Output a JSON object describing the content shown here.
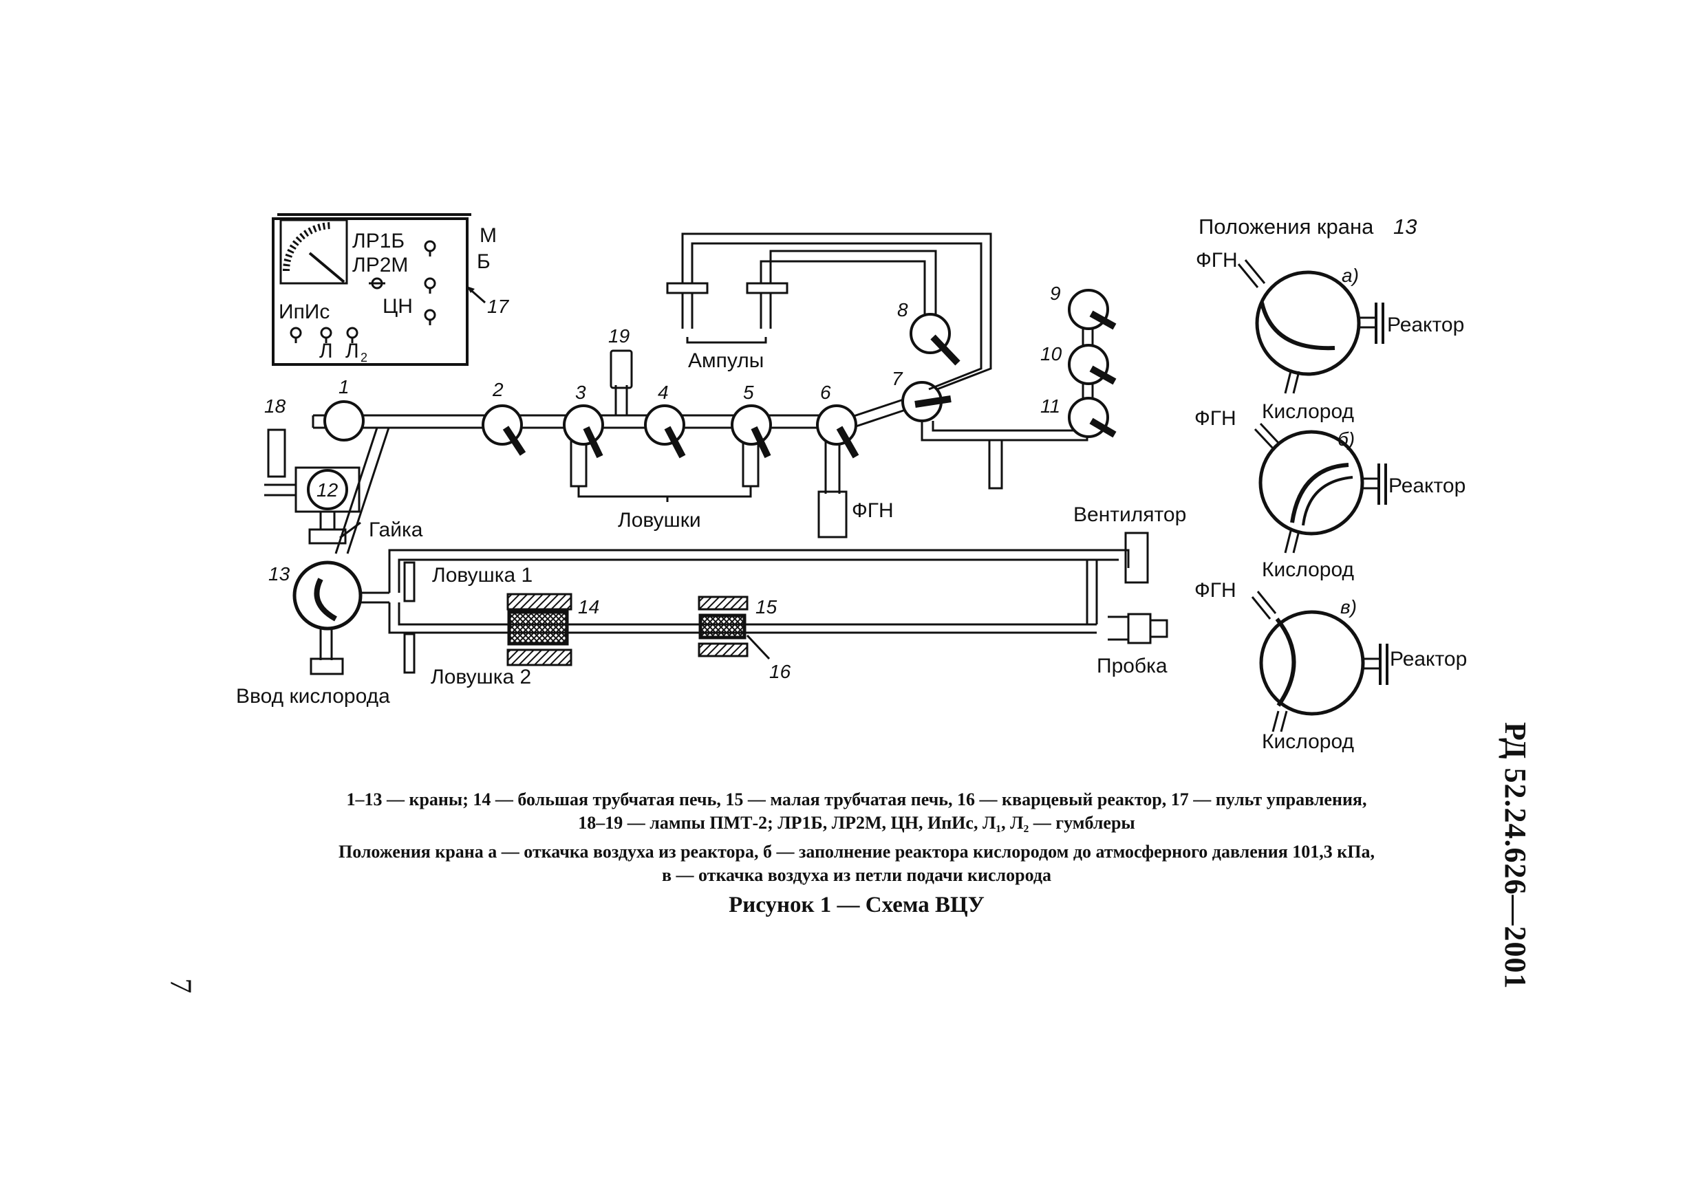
{
  "panel": {
    "switch_lr1b": "ЛР1Б",
    "switch_lr2m": "ЛР2М",
    "switch_tsn": "ЦН",
    "switch_ipis": "ИпИс",
    "switch_l": "Л",
    "switch_l2": "Л",
    "switch_l2_sub": "2",
    "label_m": "М",
    "label_b": "Б",
    "number": "17"
  },
  "valves": [
    "1",
    "2",
    "3",
    "4",
    "5",
    "6",
    "7",
    "8",
    "9",
    "10",
    "11",
    "12",
    "13"
  ],
  "lamps": {
    "lamp_18": "18",
    "lamp_19": "19"
  },
  "labels": {
    "ampuly": "Ампулы",
    "lovushki": "Ловушки",
    "fgn_main": "ФГН",
    "gaika": "Гайка",
    "ventilyator": "Вентилятор",
    "lovushka_1": "Ловушка 1",
    "lovushka_2": "Ловушка 2",
    "probka": "Пробка",
    "vvod_kisloroda": "Ввод кислорода",
    "furnace_big": "14",
    "furnace_small": "15",
    "reactor": "16"
  },
  "tap_positions": {
    "title": "Положения крана",
    "title_num": "13",
    "items": [
      {
        "letter": "а)",
        "fgn": "ФГН",
        "reactor": "Реактор",
        "oxygen": "Кислород"
      },
      {
        "letter": "б)",
        "fgn": "ФГН",
        "reactor": "Реактор",
        "oxygen": "Кислород"
      },
      {
        "letter": "в)",
        "fgn": "ФГН",
        "reactor": "Реактор",
        "oxygen": "Кислород"
      }
    ]
  },
  "caption": {
    "legend_line1": "1–13 — краны; 14 — большая трубчатая печь, 15 — малая трубчатая печь, 16 — кварцевый реактор, 17 — пульт управления,",
    "legend_line2": "18–19 — лампы ПМТ-2; ЛР1Б, ЛР2М, ЦН, ИпИс, Л₁, Л₂ — гумблеры",
    "positions_line1": "Положения крана а — откачка воздуха из реактора, б — заполнение реактора кислородом до атмосферного давления 101,3 кПа,",
    "positions_line2": "в — откачка воздуха из петли подачи кислорода",
    "figure_title": "Рисунок 1 — Схема ВЦУ"
  },
  "doc_code": "РД 52.24.626—2001",
  "page_number": "7"
}
